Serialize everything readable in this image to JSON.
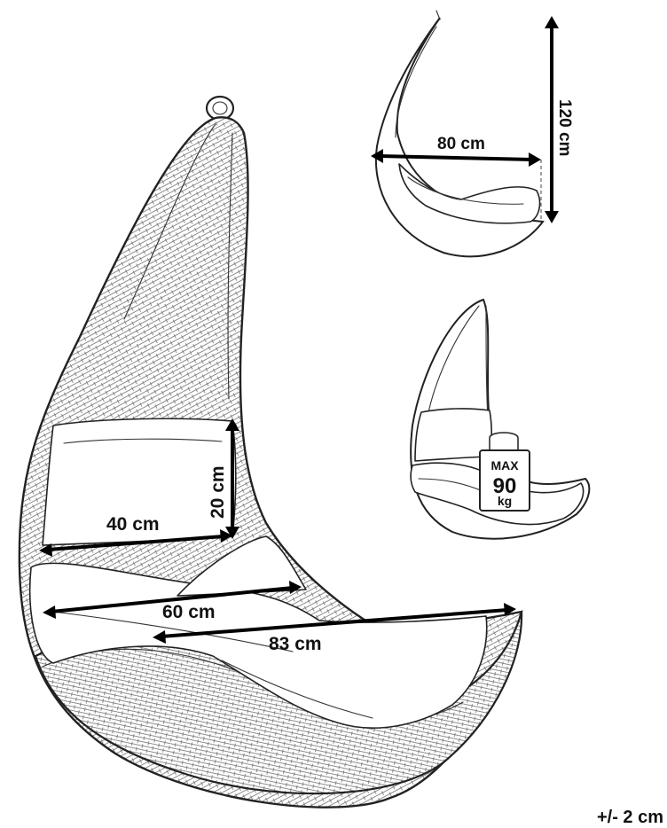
{
  "dimensions": {
    "cushion_width": "40 cm",
    "cushion_height": "20 cm",
    "seat_width": "60 cm",
    "seat_depth": "83 cm",
    "side_depth": "80 cm",
    "side_height": "120 cm",
    "tolerance": "+/- 2 cm"
  },
  "weight_tag": {
    "line1": "MAX",
    "line2": "90",
    "line3": "kg"
  },
  "colors": {
    "line": "#222222",
    "background": "#ffffff"
  }
}
